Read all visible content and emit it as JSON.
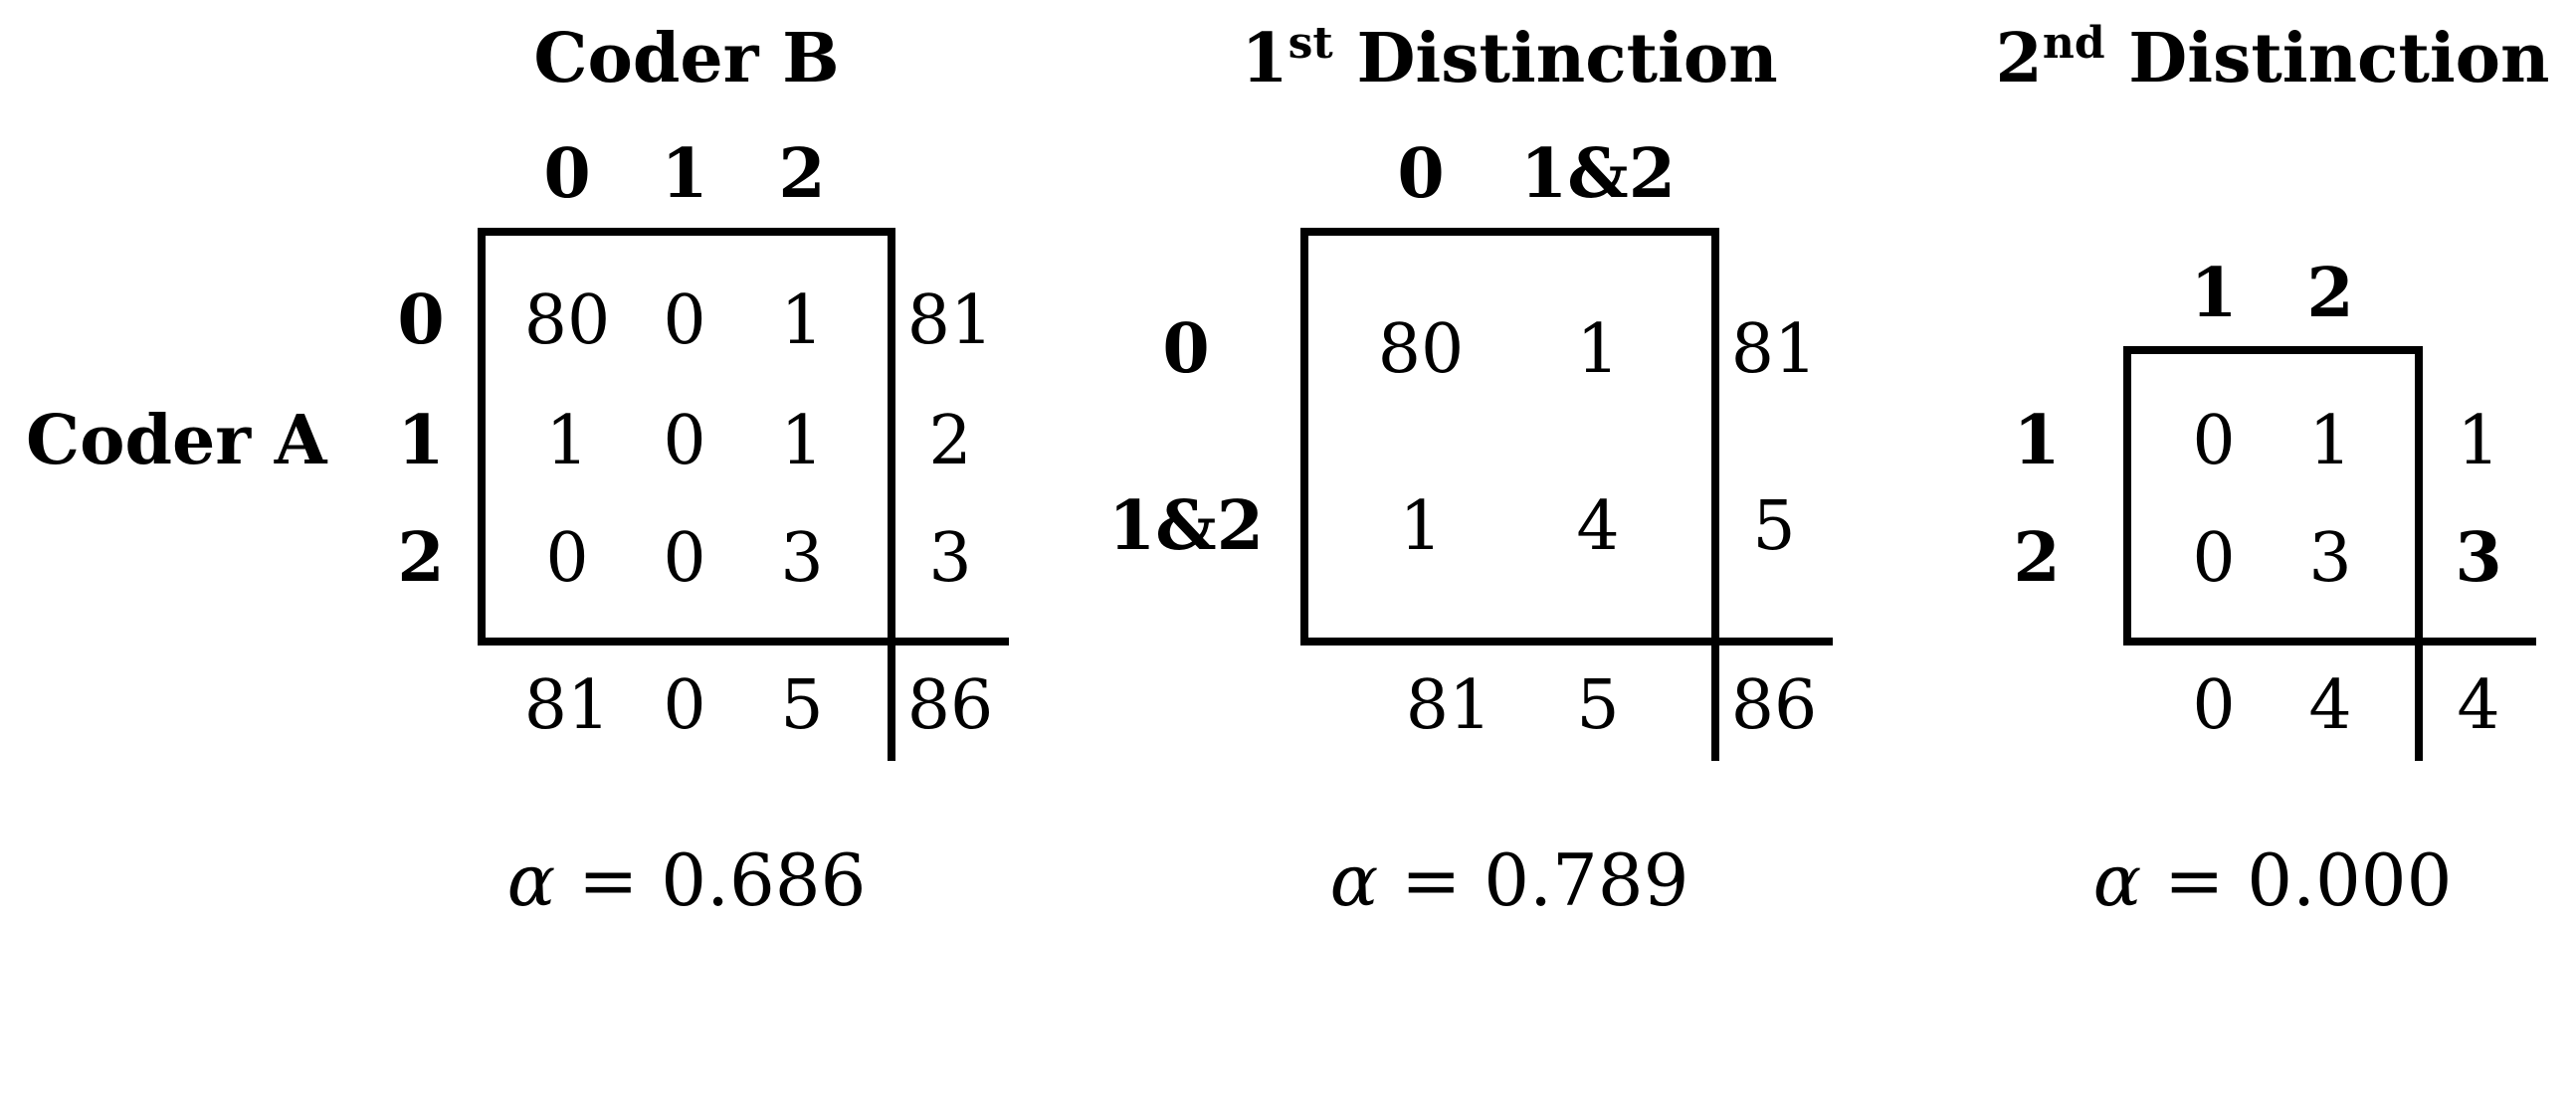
{
  "tables": [
    {
      "id": "coder-table",
      "title": "Coder B",
      "title_sup": "",
      "title_rest": "",
      "row_title": "Coder A",
      "col_headers": [
        "0",
        "1",
        "2"
      ],
      "row_headers": [
        "0",
        "1",
        "2"
      ],
      "cells": [
        [
          "80",
          "0",
          "1"
        ],
        [
          "1",
          "0",
          "1"
        ],
        [
          "0",
          "0",
          "3"
        ]
      ],
      "row_totals": [
        "81",
        "2",
        "3"
      ],
      "col_totals": [
        "81",
        "0",
        "5"
      ],
      "grand_total": "86",
      "alpha_symbol": "α",
      "alpha_text": " = 0.686"
    },
    {
      "id": "first-distinction-table",
      "title": "1",
      "title_sup": "st",
      "title_rest": " Distinction",
      "row_title": "",
      "col_headers": [
        "0",
        "1&2"
      ],
      "row_headers": [
        "0",
        "1&2"
      ],
      "cells": [
        [
          "80",
          "1"
        ],
        [
          "1",
          "4"
        ]
      ],
      "row_totals": [
        "81",
        "5"
      ],
      "col_totals": [
        "81",
        "5"
      ],
      "grand_total": "86",
      "alpha_symbol": "α",
      "alpha_text": " = 0.789"
    },
    {
      "id": "second-distinction-table",
      "title": "2",
      "title_sup": "nd",
      "title_rest": " Distinction",
      "row_title": "",
      "col_headers": [
        "1",
        "2"
      ],
      "row_headers": [
        "1",
        "2"
      ],
      "cells": [
        [
          "0",
          "1"
        ],
        [
          "0",
          "3"
        ]
      ],
      "row_totals": [
        "1",
        "3"
      ],
      "col_totals": [
        "0",
        "4"
      ],
      "grand_total": "4",
      "alpha_symbol": "α",
      "alpha_text": " = 0.000"
    }
  ]
}
